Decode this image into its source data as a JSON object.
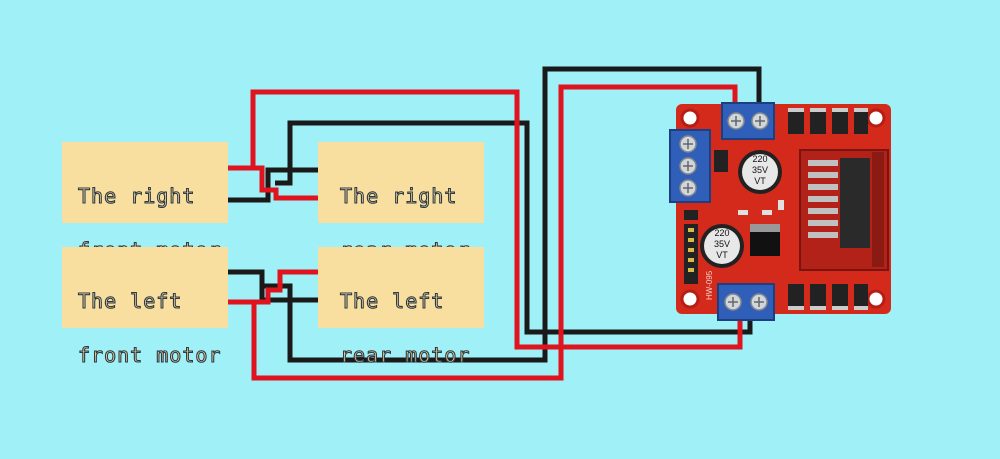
{
  "colors": {
    "background": "#9ff0f7",
    "motor_box": "#f9df9f",
    "wire_red": "#e0141e",
    "wire_black": "#1a1a1a",
    "board": "#d42a1c",
    "terminal_blue": "#2f5fb8"
  },
  "motors": {
    "right_front": {
      "line1": "The right",
      "line2": "front motor"
    },
    "right_rear": {
      "line1": "The right",
      "line2": "rear motor"
    },
    "left_front": {
      "line1": "The left",
      "line2": "front motor"
    },
    "left_rear": {
      "line1": "The left",
      "line2": "rear motor"
    }
  },
  "board": {
    "capacitor_top": {
      "line1": "220",
      "line2": "35V",
      "line3": "VT"
    },
    "capacitor_bottom": {
      "line1": "220",
      "line2": "35V",
      "line3": "VT"
    },
    "model": "HW-095"
  }
}
